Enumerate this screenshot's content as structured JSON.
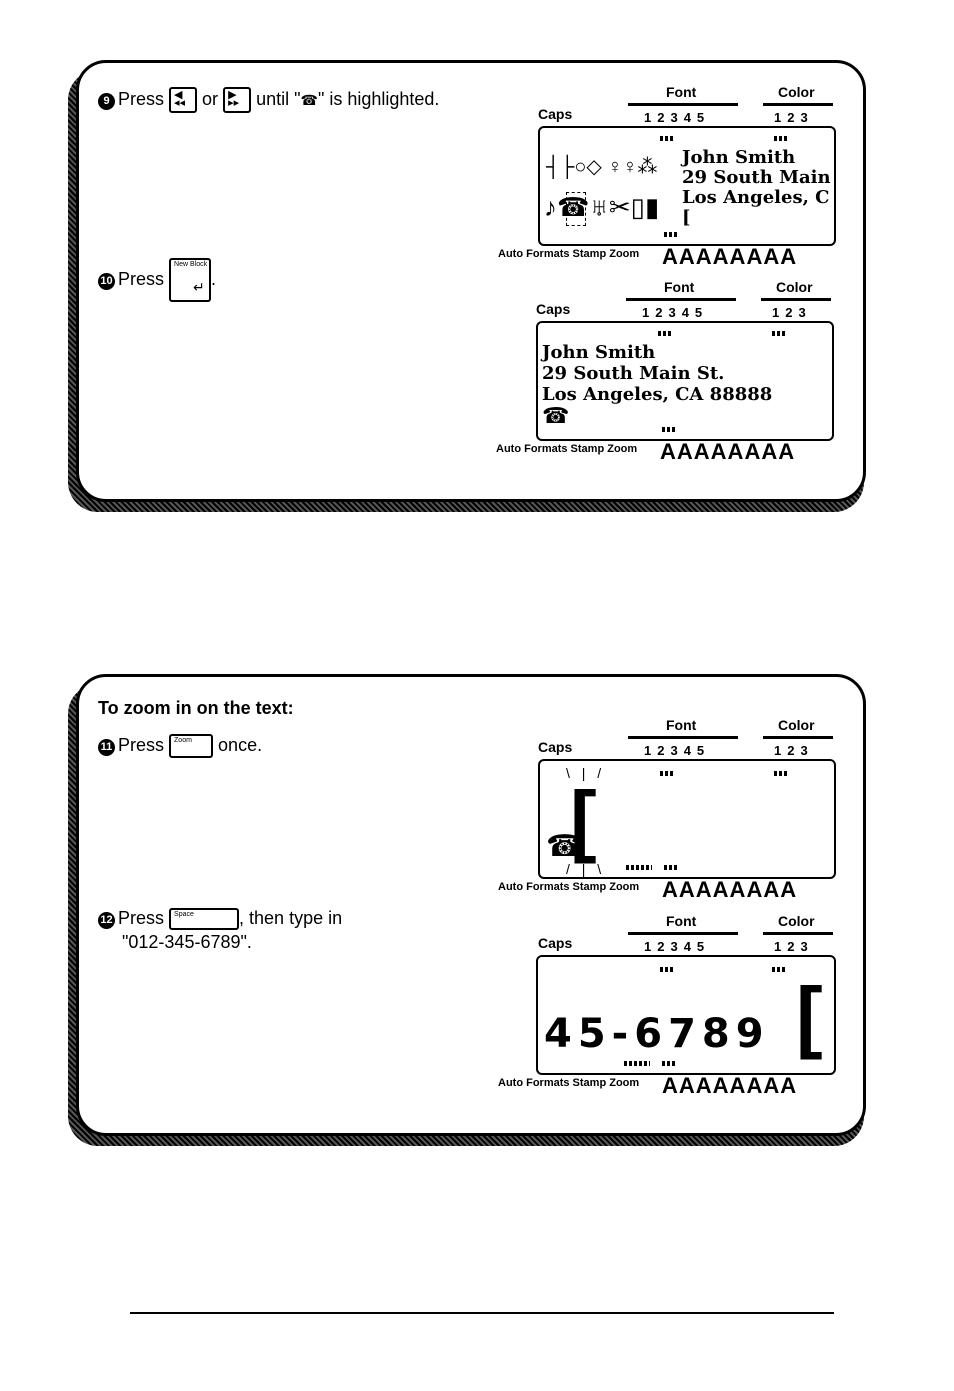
{
  "panel1": {
    "step9": {
      "number": "9",
      "press": "Press",
      "or": "or",
      "until": "until \"",
      "icon": "phone-icon",
      "highlighted": "\" is highlighted."
    },
    "step10": {
      "number": "10",
      "press": "Press",
      "key_label": "New Block",
      "end": "."
    }
  },
  "panel2": {
    "heading": "To zoom in on the text:",
    "step11": {
      "number": "11",
      "press": "Press",
      "key_label": "Zoom",
      "end": "once."
    },
    "step12": {
      "number": "12",
      "press": "Press",
      "key_label": "Space",
      "end": ", then type in",
      "line2": "\"012-345-6789\"."
    }
  },
  "lcd": {
    "caps": "Caps",
    "font": "Font",
    "color": "Color",
    "font_digits": "12345",
    "color_digits": "123",
    "bottom_labels": "Auto Formats Stamp Zoom",
    "styles": "AAAAAAAA"
  },
  "screens": {
    "s1": {
      "symbols_row1": "┤├○◇ ♀♀⁂",
      "symbols_row2": "♪☎♅✂▯▮",
      "text": [
        "John Smith",
        "29 South Main",
        "Los Angeles, C",
        "["
      ]
    },
    "s2": {
      "text": [
        "John Smith",
        "29 South Main St.",
        "Los Angeles, CA 88888"
      ]
    },
    "s3": {
      "cursor": "["
    },
    "s4": {
      "big_text": "45-6789",
      "cursor": "["
    }
  }
}
